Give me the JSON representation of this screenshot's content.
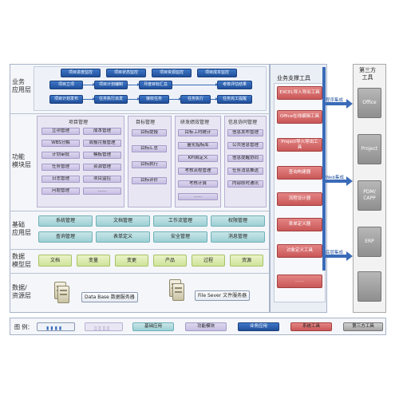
{
  "layers": {
    "business": "业务\n应用层",
    "function": "功能\n模块层",
    "base": "基础\n应用层",
    "data_model": "数据\n模型层",
    "data_resource": "数据/\n资源层"
  },
  "business_apps": {
    "top_row": [
      "项目进度监控",
      "项目状态监控",
      "项目资源监控",
      "项目成本监控"
    ],
    "row2": [
      "项目立项",
      "项目计划编制",
      "月度目标汇总",
      "考核评估结果"
    ],
    "row3": [
      "项目计划发布",
      "任务执行派发",
      "接收任务",
      "任务执行",
      "任务完工提醒"
    ]
  },
  "function_modules": {
    "project_mgmt": {
      "title": "项目管理",
      "col1": [
        "立项管理",
        "WBS分解",
        "计划审批",
        "任务管理",
        "日志管理",
        "问题管理"
      ],
      "col2": [
        "成本管理",
        "周报月报管理",
        "模板管理",
        "资源管理",
        "项目监控",
        "……"
      ]
    },
    "goal_mgmt": {
      "title": "目标管理",
      "items": [
        "目标提报",
        "目标汇总",
        "目标执行",
        "目标评价"
      ]
    },
    "performance": {
      "title": "研发绩效管理",
      "items": [
        "目标工时统计",
        "量化指标库",
        "KPI自定义",
        "考核流程管理",
        "考核计算",
        "……"
      ]
    },
    "info_collab": {
      "title": "信息协同管理",
      "items": [
        "信息发布管理",
        "公共信息管理",
        "信息提醒协同",
        "任务消息推送",
        "内部即时通讯"
      ]
    }
  },
  "base_apps": {
    "row1": [
      "系统管理",
      "文档管理",
      "工作流管理",
      "权限管理"
    ],
    "row2": [
      "查询管理",
      "表单定义",
      "安全管理",
      "消息管理"
    ]
  },
  "data_model": [
    "文档",
    "变量",
    "变更",
    "产品",
    "过程",
    "资源"
  ],
  "data_resource": {
    "db": "Data Base 数据服务器",
    "fs": "File Sever 文件服务器"
  },
  "support_tools": {
    "title": "业务支撑工具",
    "items": [
      "EXCEL导入导出工具",
      "Office在线编辑工具",
      "Project导入导出工具",
      "查询构建器",
      "流程设计器",
      "表单定义器",
      "对象定义工具",
      "……"
    ]
  },
  "integrations": [
    "程序集成",
    "Web集成",
    "底层集成"
  ],
  "third_party": {
    "title": "第三方\n工具",
    "items": [
      "Office",
      "Project",
      "PDM/\nCAPP",
      "ERP",
      ""
    ]
  },
  "legend": {
    "label": "图 例：",
    "items": [
      "",
      "",
      "基础应用",
      "功能模块",
      "业务应用",
      "系统工具",
      "第三方工具"
    ]
  },
  "colors": {
    "business": "#2a5ca8",
    "module": "#c7bfe2",
    "base": "#9ccfd4",
    "data_model": "#cfe39a",
    "tool": "#c95757",
    "third_party": "#8f8f8f"
  }
}
